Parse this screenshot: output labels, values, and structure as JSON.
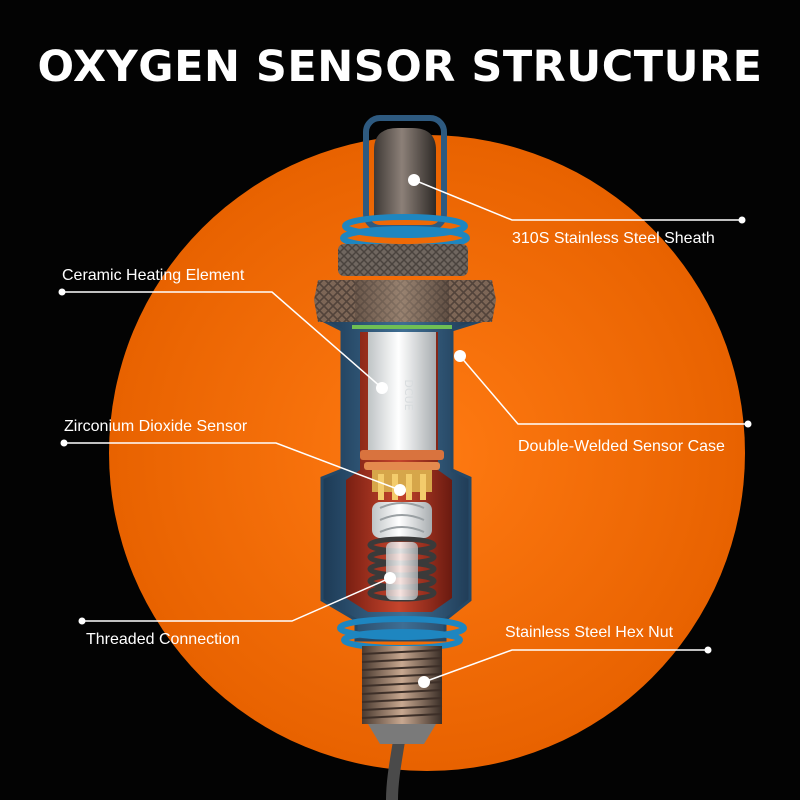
{
  "title": "OXYGEN SENSOR STRUCTURE",
  "labels": {
    "sheath": "310S Stainless Steel Sheath",
    "ceramic": "Ceramic Heating Element",
    "zirconium": "Zirconium Dioxide Sensor",
    "case": "Double-Welded Sensor Case",
    "threaded": "Threaded Connection",
    "hex_nut": "Stainless Steel Hex Nut"
  },
  "colors": {
    "background": "#030303",
    "accent": "#ef6a0c",
    "text": "#ffffff",
    "rings": "#1e86c0"
  }
}
